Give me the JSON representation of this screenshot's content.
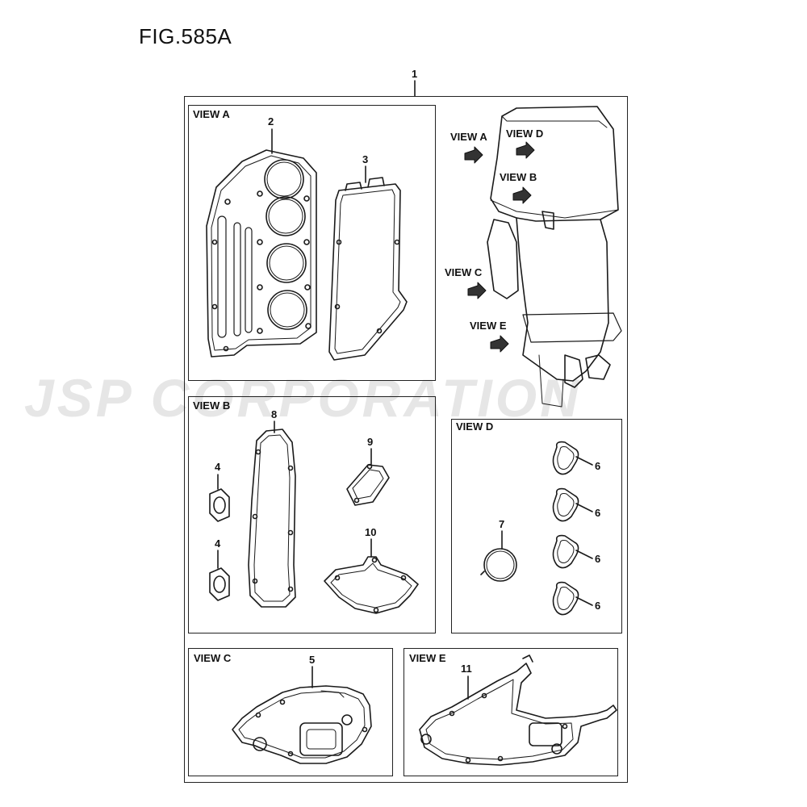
{
  "figure": {
    "title": "FIG.585A"
  },
  "watermark": {
    "text": "JSP CORPORATION"
  },
  "main_callout": "1",
  "views": {
    "a": {
      "label": "VIEW A",
      "callouts": [
        "2",
        "3"
      ]
    },
    "b": {
      "label": "VIEW B",
      "callouts": [
        "8",
        "9",
        "4",
        "4",
        "10"
      ]
    },
    "c": {
      "label": "VIEW C",
      "callouts": [
        "5"
      ]
    },
    "d": {
      "label": "VIEW D",
      "callouts": [
        "6",
        "6",
        "6",
        "6",
        "7"
      ]
    },
    "e": {
      "label": "VIEW E",
      "callouts": [
        "11"
      ]
    }
  },
  "engine_arrows": [
    "VIEW A",
    "VIEW D",
    "VIEW B",
    "VIEW C",
    "VIEW E"
  ]
}
